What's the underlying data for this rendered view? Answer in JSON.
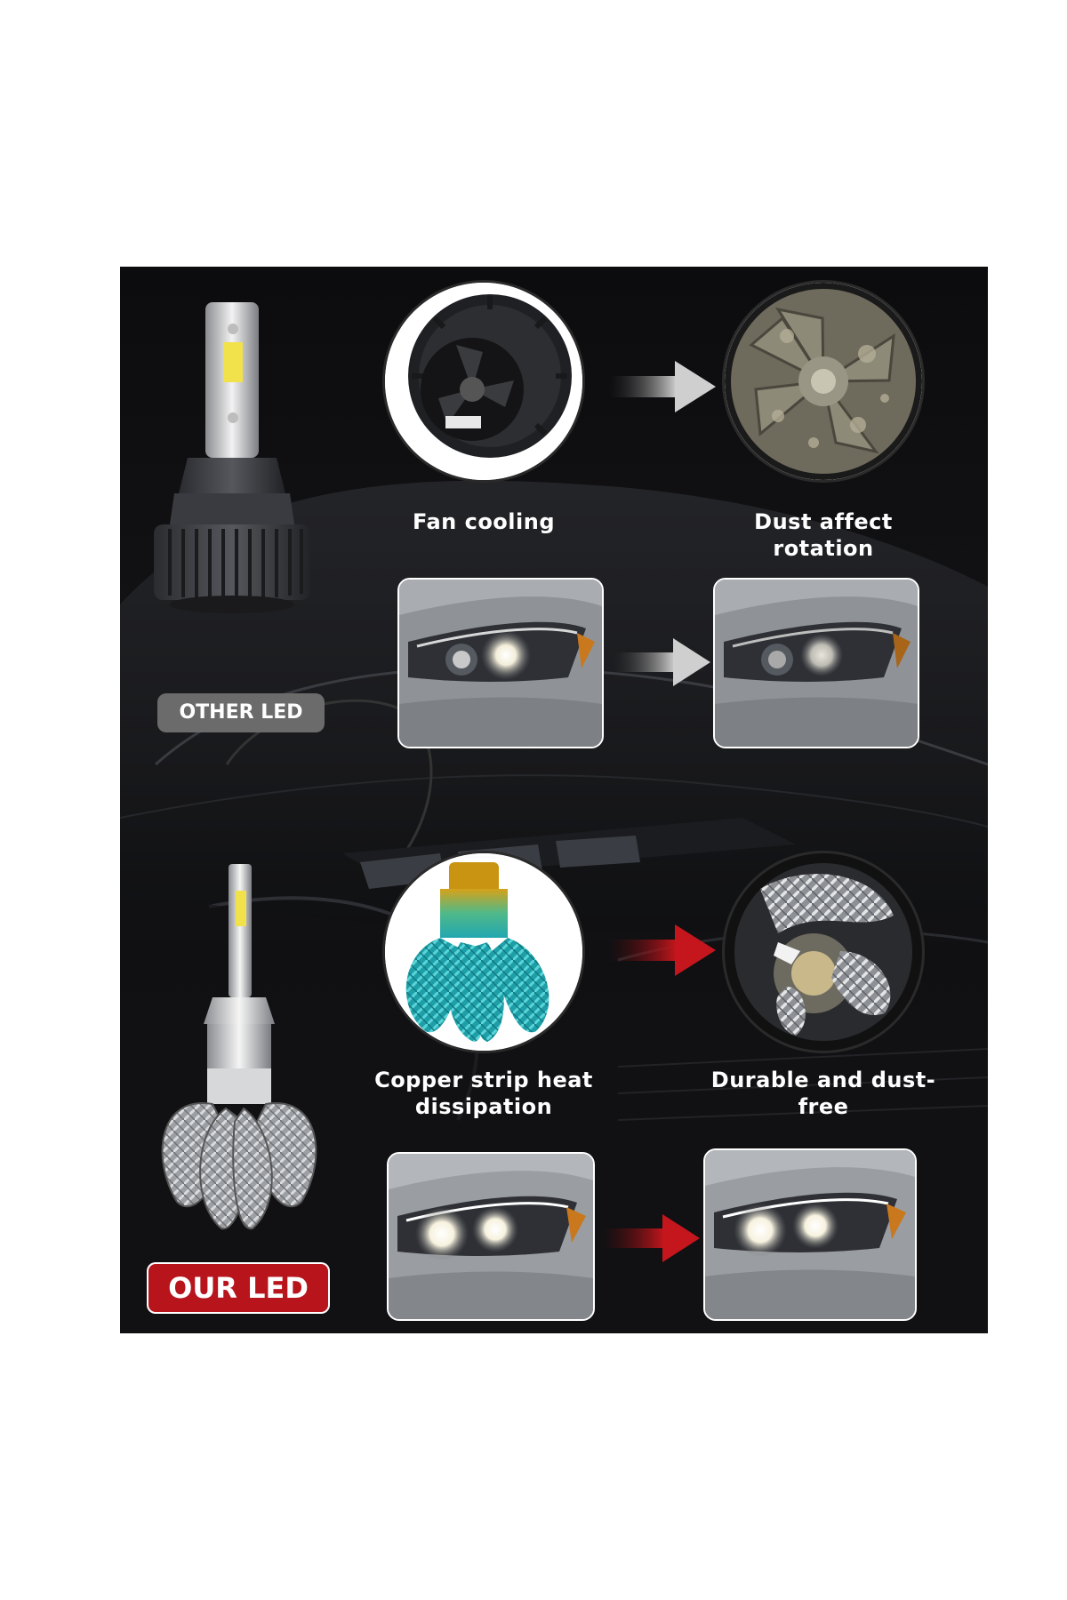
{
  "comparison": {
    "other": {
      "badge_label": "OTHER LED",
      "feature_left_caption": "Fan cooling",
      "feature_right_caption": "Dust affect rotation",
      "arrow_color": "#b9b9b9",
      "badge_color": "#6b6b6b"
    },
    "ours": {
      "badge_label": "OUR LED",
      "feature_left_caption": "Copper strip heat dissipation",
      "feature_right_caption": "Durable and dust-free",
      "arrow_color": "#c4161c",
      "badge_color": "#b7141c"
    }
  },
  "icons": {
    "fan_bulb": "led-bulb-fan-icon",
    "fan_heatsink": "fan-heatsink-icon",
    "dusty_fan": "dusty-fan-icon",
    "copper_bulb": "led-bulb-copper-strip-icon",
    "copper_strips": "copper-strip-icon",
    "braided_strip": "braided-strip-icon",
    "headlight": "headlight-photo-icon",
    "arrow": "arrow-right-icon"
  }
}
